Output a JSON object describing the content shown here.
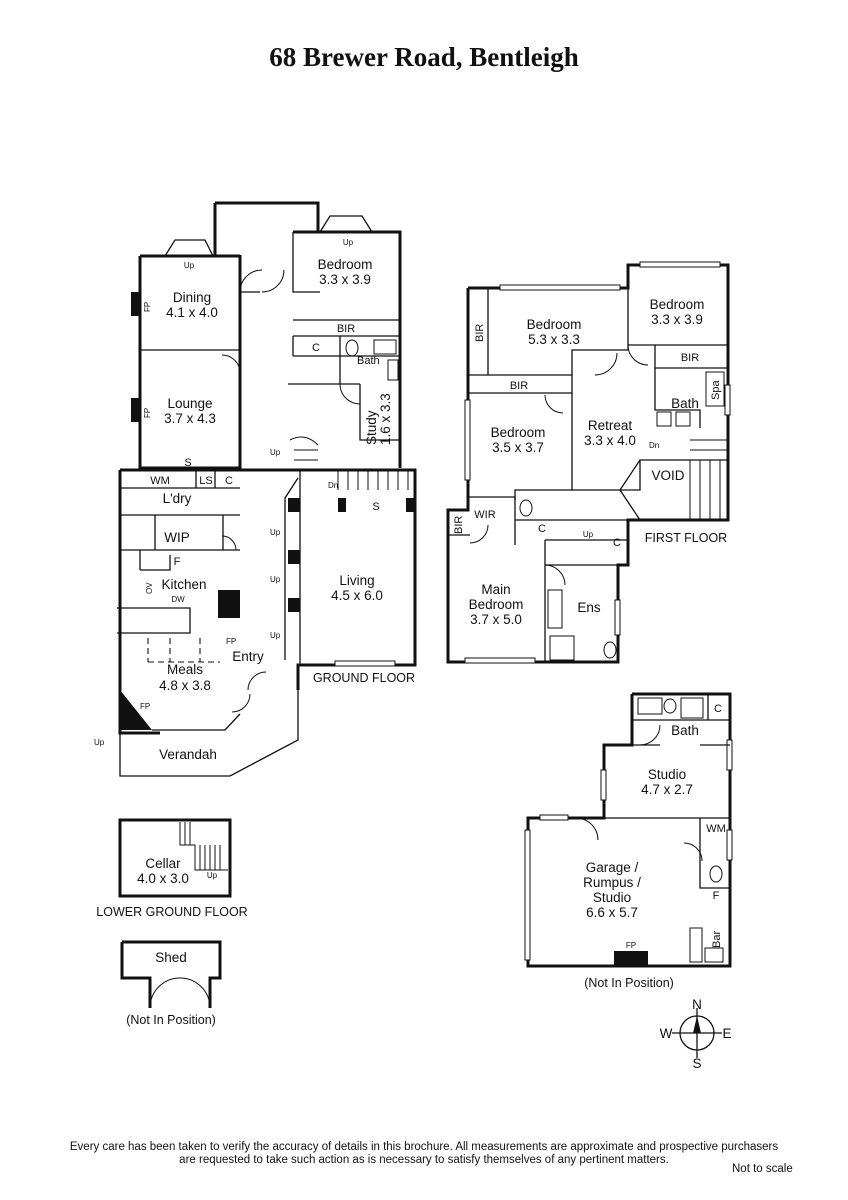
{
  "title": "68 Brewer Road, Bentleigh",
  "floors": {
    "ground": "GROUND FLOOR",
    "first": "FIRST FLOOR",
    "lower": "LOWER GROUND FLOOR"
  },
  "ground_rooms": {
    "bedroom": {
      "name": "Bedroom",
      "dims": "3.3 x 3.9"
    },
    "dining": {
      "name": "Dining",
      "dims": "4.1 x 4.0"
    },
    "lounge": {
      "name": "Lounge",
      "dims": "3.7 x 4.3"
    },
    "study": {
      "name": "Study",
      "dims": "1.6 x 3.3"
    },
    "laundry": {
      "name": "L'dry"
    },
    "wip": {
      "name": "WIP"
    },
    "kitchen": {
      "name": "Kitchen"
    },
    "living": {
      "name": "Living",
      "dims": "4.5 x 6.0"
    },
    "meals": {
      "name": "Meals",
      "dims": "4.8 x 3.8"
    },
    "entry": {
      "name": "Entry"
    },
    "verandah": {
      "name": "Verandah"
    },
    "bath": {
      "name": "Bath"
    }
  },
  "first_rooms": {
    "bedroom1": {
      "name": "Bedroom",
      "dims": "5.3 x 3.3"
    },
    "bedroom2": {
      "name": "Bedroom",
      "dims": "3.3 x 3.9"
    },
    "bedroom3": {
      "name": "Bedroom",
      "dims": "3.5 x 3.7"
    },
    "retreat": {
      "name": "Retreat",
      "dims": "3.3 x 4.0"
    },
    "bath": {
      "name": "Bath"
    },
    "void": {
      "name": "VOID"
    },
    "main_bedroom": {
      "name1": "Main",
      "name2": "Bedroom",
      "dims": "3.7 x 5.0"
    },
    "ens": {
      "name": "Ens"
    }
  },
  "lower_rooms": {
    "cellar": {
      "name": "Cellar",
      "dims": "4.0 x 3.0"
    }
  },
  "shed": {
    "name": "Shed",
    "note": "(Not In Position)"
  },
  "outbuilding": {
    "bath": {
      "name": "Bath"
    },
    "studio": {
      "name": "Studio",
      "dims": "4.7 x 2.7"
    },
    "garage": {
      "line1": "Garage /",
      "line2": "Rumpus /",
      "line3": "Studio",
      "dims": "6.6 x 5.7"
    },
    "note": "(Not In Position)"
  },
  "labels": {
    "bir": "BIR",
    "c": "C",
    "s": "S",
    "wm": "WM",
    "ls": "LS",
    "f": "F",
    "up": "Up",
    "dn": "Dn",
    "fp": "FP",
    "dw": "DW",
    "ov": "OV",
    "spa": "Spa",
    "wir": "WIR",
    "bar": "Bar"
  },
  "compass": {
    "n": "N",
    "s": "S",
    "e": "E",
    "w": "W"
  },
  "disclaimer": {
    "line1": "Every care has been taken to verify the accuracy of details in this brochure.  All measurements are approximate and prospective purchasers",
    "line2": "are requested to take such action as is necessary to satisfy themselves of any pertinent matters."
  },
  "scale_note": "Not to scale"
}
